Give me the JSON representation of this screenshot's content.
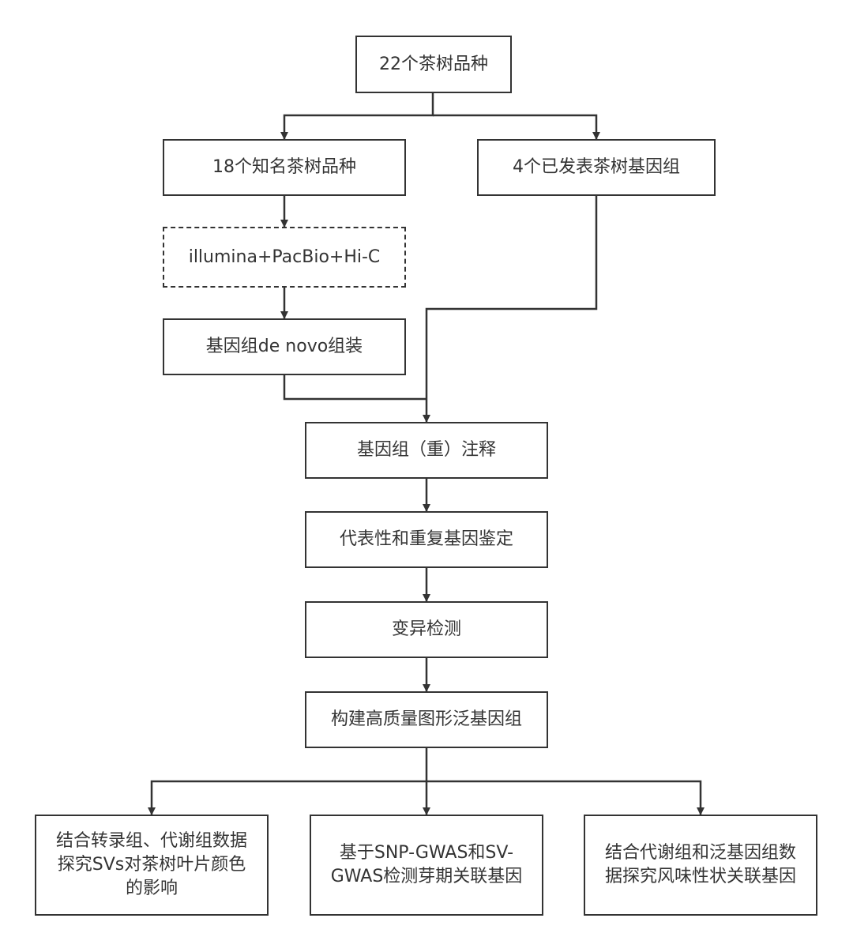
{
  "nodes": {
    "root": "22个茶树品种",
    "known": "18个知名茶树品种",
    "published": "4个已发表茶树基因组",
    "sequencing": "illumina+PacBio+Hi-C",
    "assembly": "基因组de novo组装",
    "annotation": "基因组（重）注释",
    "identification": "代表性和重复基因鉴定",
    "variation": "变异检测",
    "pangenome": "构建高质量图形泛基因组",
    "leaf_color": "结合转录组、代谢组数据探究SVs对茶树叶片颜色的影响",
    "gwas": "基于SNP-GWAS和SV-GWAS检测芽期关联基因",
    "flavor": "结合代谢组和泛基因组数据探究风味性状关联基因"
  },
  "colors": {
    "stroke": "#333333",
    "text": "#333333",
    "background": "#ffffff"
  }
}
